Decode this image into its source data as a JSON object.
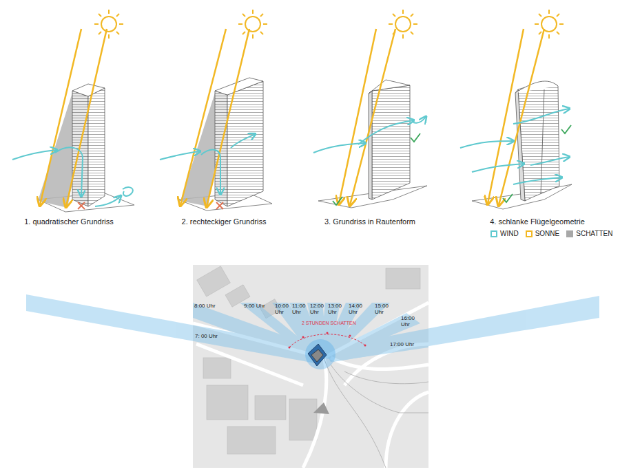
{
  "diagram": {
    "labels": [
      "1. quadratischer Grundriss",
      "2. rechteckiger Grundriss",
      "3. Grundriss in Rautenform",
      "4. schlanke Flügelgeometrie",
      "8:00 Uhr",
      "9:00 Uhr",
      "10:00 Uhr",
      "11:00 Uhr",
      "12:00 Uhr",
      "13:00 Uhr",
      "14:00 Uhr",
      "15:00 Uhr",
      "16:00 Uhr",
      "7: 00 Uhr",
      "17:00 Uhr",
      "2 STUNDEN SCHATTEN"
    ],
    "legend": [
      {
        "text": "WIND",
        "color": "#5fc9cf"
      },
      {
        "text": "SONNE",
        "color": "#f2b824"
      },
      {
        "text": "SCHATTEN",
        "color": "#a8a8a8"
      }
    ]
  }
}
